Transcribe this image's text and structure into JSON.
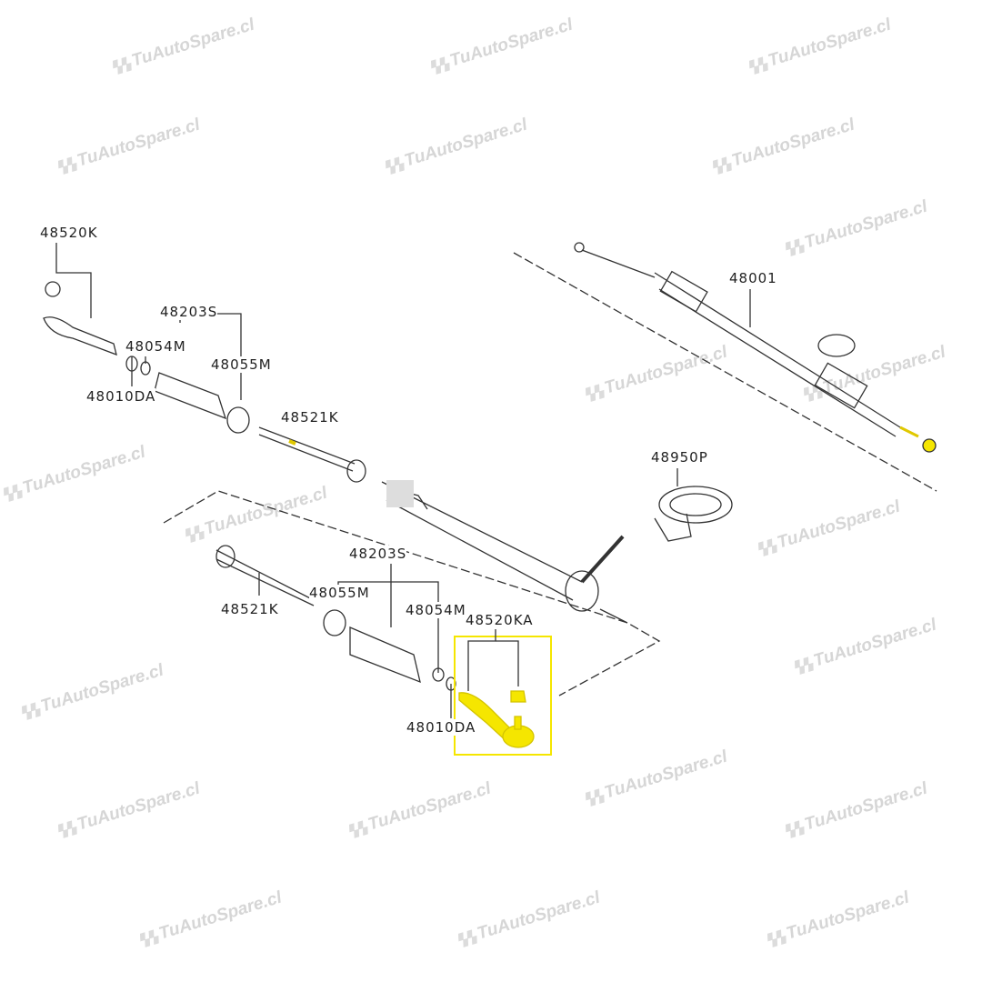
{
  "watermark": "TuAutoSpare.cl",
  "highlight_color": "#f5e600",
  "labels": {
    "tie_rod_end_left": "48520K",
    "boot_left": "48203S",
    "clamp_small_left": "48054M",
    "clamp_large_left": "48055M",
    "nut_left": "48010DA",
    "inner_socket_left": "48521K",
    "gear_assembly": "48001",
    "grommet": "48950P",
    "boot_right": "48203S",
    "clamp_large_right": "48055M",
    "clamp_small_right": "48054M",
    "inner_socket_right": "48521K",
    "tie_rod_end_right": "48520KA",
    "nut_right": "48010DA"
  }
}
